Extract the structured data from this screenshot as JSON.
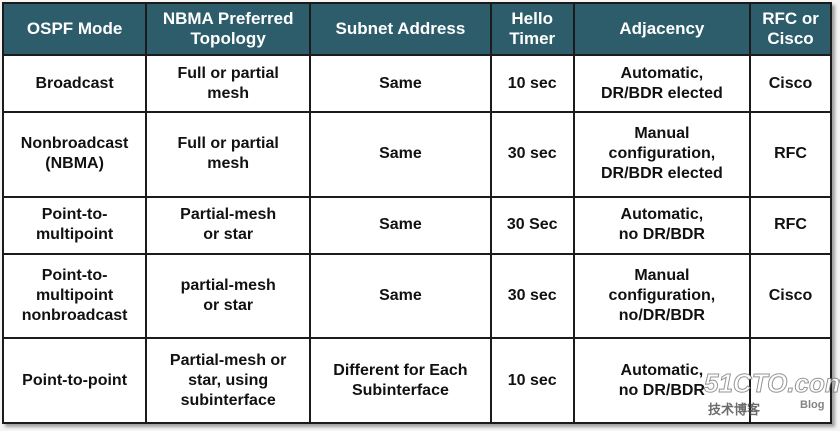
{
  "table": {
    "headers": [
      "OSPF Mode",
      "NBMA Preferred\nTopology",
      "Subnet Address",
      "Hello\nTimer",
      "Adjacency",
      "RFC or\nCisco"
    ],
    "rows": [
      [
        "Broadcast",
        "Full or partial\nmesh",
        "Same",
        "10 sec",
        "Automatic,\nDR/BDR elected",
        "Cisco"
      ],
      [
        "Nonbroadcast\n(NBMA)",
        "Full or partial\nmesh",
        "Same",
        "30 sec",
        "Manual\nconfiguration,\nDR/BDR elected",
        "RFC"
      ],
      [
        "Point-to-\nmultipoint",
        "Partial-mesh\nor star",
        "Same",
        "30 Sec",
        "Automatic,\nno DR/BDR",
        "RFC"
      ],
      [
        "Point-to-\nmultipoint\nnonbroadcast",
        "partial-mesh\nor star",
        "Same",
        "30 sec",
        "Manual\nconfiguration,\nno/DR/BDR",
        "Cisco"
      ],
      [
        "Point-to-point",
        "Partial-mesh or\nstar, using\nsubinterface",
        "Different for Each\nSubinterface",
        "10 sec",
        "Automatic,\nno DR/BDR",
        ""
      ]
    ]
  },
  "watermark": {
    "logo": "51CTO.com",
    "subtitle": "技术博客",
    "blog": "Blog"
  },
  "colors": {
    "header_bg": "#2d5d6b",
    "grid": "#1b1b1b",
    "cell_bg": "#ffffff"
  }
}
